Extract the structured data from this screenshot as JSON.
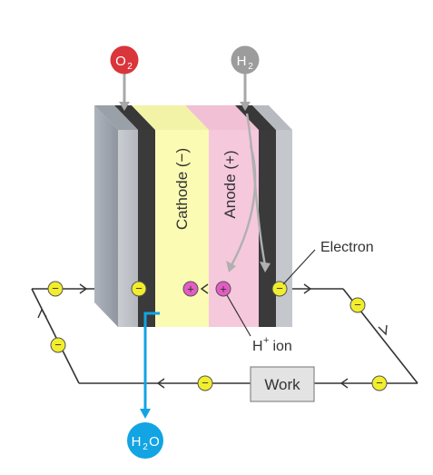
{
  "inputs": {
    "oxygen": {
      "label": "O",
      "sub": "2",
      "color": "#d9353b"
    },
    "hydrogen": {
      "label": "H",
      "sub": "2",
      "color": "#9c9c9c"
    }
  },
  "output": {
    "label": "H",
    "sub": "2",
    "tail": "O",
    "color": "#12a4e3"
  },
  "layers": {
    "cathode": {
      "label": "Cathode (−)",
      "color": "#fbfbb4"
    },
    "anode": {
      "label": "Anode (+)",
      "color": "#f6c8dc"
    }
  },
  "labels": {
    "electron": "Electron",
    "h_ion": "H",
    "h_ion_sup": "+",
    "h_ion_tail": " ion",
    "work": "Work"
  },
  "symbols": {
    "minus": "−",
    "plus": "+"
  },
  "colors": {
    "electron_fill": "#f2ee2c",
    "proton_fill": "#e25cc2",
    "circuit": "#333333",
    "water_flow": "#12a4e3",
    "gas_flow": "#a8a8a8"
  }
}
